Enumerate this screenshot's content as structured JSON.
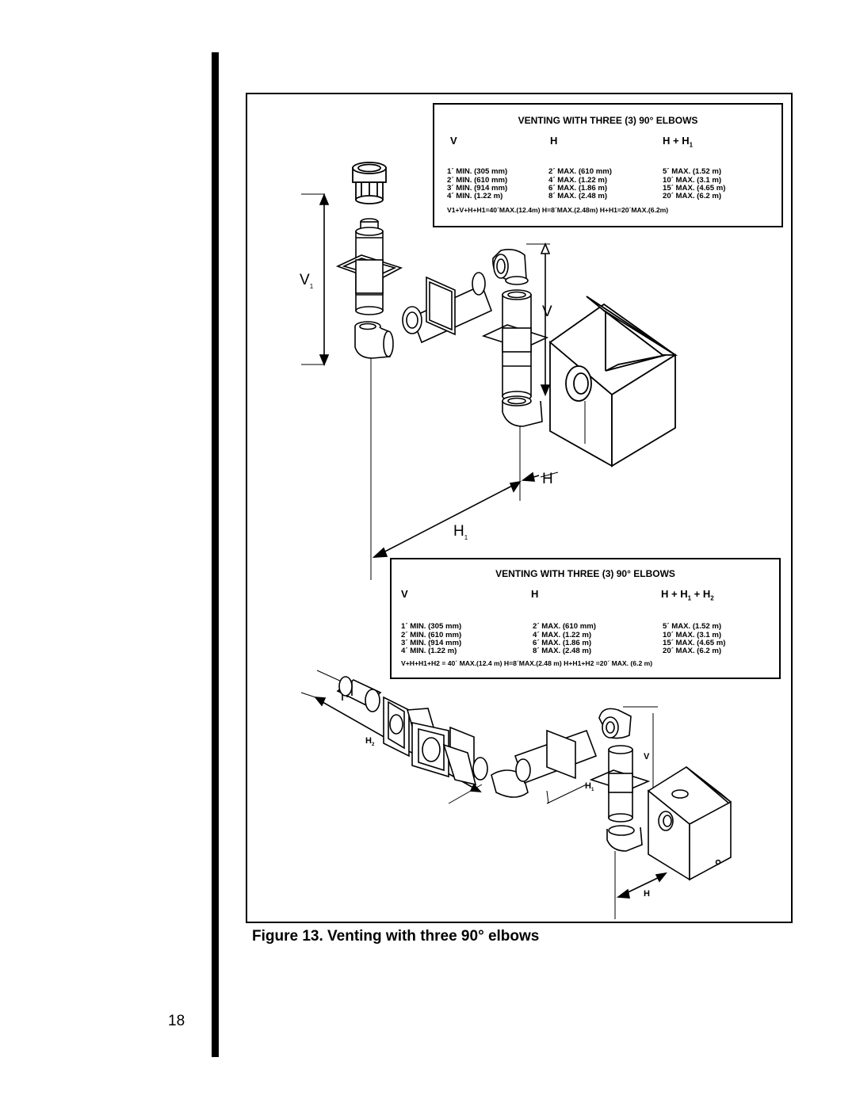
{
  "page_number": "18",
  "caption": "Figure 13. Venting with three 90° elbows",
  "table_top": {
    "title": "VENTING WITH THREE (3) 90° ELBOWS",
    "headers": [
      "V",
      "H",
      "H + H",
      "1"
    ],
    "col_v": [
      "1´ MIN. (305 mm)",
      "2´ MIN. (610 mm)",
      "3´ MIN. (914 mm)",
      "4´ MIN. (1.22 m)"
    ],
    "col_h": [
      "2´ MAX. (610 mm)",
      "4´ MAX. (1.22 m)",
      "6´ MAX. (1.86 m)",
      "8´ MAX. (2.48 m)"
    ],
    "col_hh": [
      "5´ MAX. (1.52 m)",
      "10´ MAX. (3.1 m)",
      "15´ MAX. (4.65 m)",
      "20´ MAX. (6.2 m)"
    ],
    "formula": "V1+V+H+H1=40´MAX.(12.4m)   H=8´MAX.(2.48m)   H+H1=20´MAX.(6.2m)"
  },
  "table_bottom": {
    "title": "VENTING WITH THREE (3) 90° ELBOWS",
    "headers": [
      "V",
      "H",
      "H + H",
      "1",
      " + H",
      "2"
    ],
    "col_v": [
      "1´ MIN. (305 mm)",
      "2´ MIN. (610 mm)",
      "3´ MIN. (914 mm)",
      "4´ MIN. (1.22 m)"
    ],
    "col_h": [
      "2´ MAX. (610 mm)",
      "4´ MAX. (1.22 m)",
      "6´ MAX. (1.86 m)",
      "8´ MAX. (2.48 m)"
    ],
    "col_hh": [
      "5´ MAX. (1.52 m)",
      "10´ MAX. (3.1 m)",
      "15´ MAX. (4.65 m)",
      "20´ MAX. (6.2 m)"
    ],
    "formula": "V+H+H1+H2 = 40´ MAX.(12.4 m)   H=8´MAX.(2.48 m)   H+H1+H2 =20´ MAX. (6.2 m)"
  },
  "diagram_labels": {
    "v1": "V",
    "v1_sub": "1",
    "v": "V",
    "h": "H",
    "h1": "H",
    "h1_sub": "1",
    "b_h2": "H",
    "b_h2_sub": "2",
    "b_v": "V",
    "b_h1": "H",
    "b_h1_sub": "1",
    "b_h": "H"
  }
}
